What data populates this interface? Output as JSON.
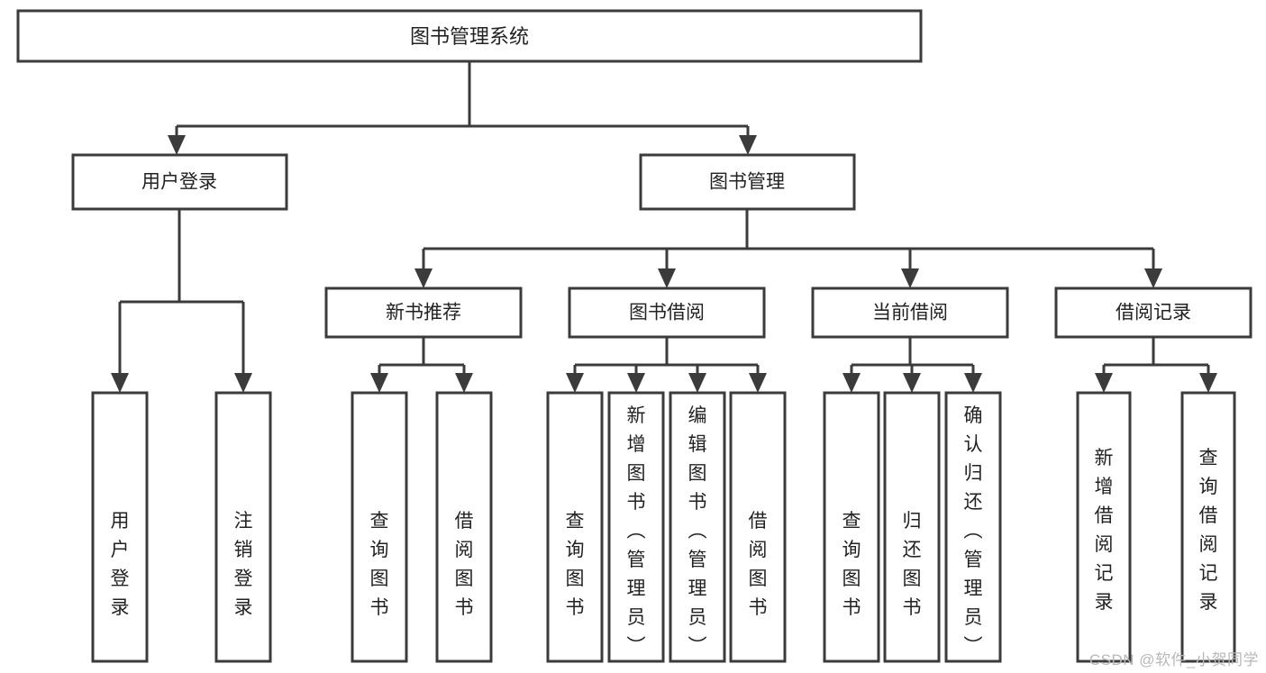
{
  "diagram": {
    "type": "tree-hierarchy",
    "title": "图书管理系统",
    "root": {
      "id": "root",
      "label": "图书管理系统"
    },
    "level1": [
      {
        "id": "user-login",
        "label": "用户登录"
      },
      {
        "id": "book-manage",
        "label": "图书管理"
      }
    ],
    "level2": [
      {
        "id": "new-book-recommend",
        "label": "新书推荐",
        "parent": "book-manage"
      },
      {
        "id": "book-borrow",
        "label": "图书借阅",
        "parent": "book-manage"
      },
      {
        "id": "current-borrow",
        "label": "当前借阅",
        "parent": "book-manage"
      },
      {
        "id": "borrow-record",
        "label": "借阅记录",
        "parent": "book-manage"
      }
    ],
    "leaves": {
      "user-login": [
        {
          "id": "leaf-user-login",
          "label": "用户登录"
        },
        {
          "id": "leaf-user-logout",
          "label": "注销登录"
        }
      ],
      "new-book-recommend": [
        {
          "id": "leaf-query-book-1",
          "label": "查询图书"
        },
        {
          "id": "leaf-borrow-book-1",
          "label": "借阅图书"
        }
      ],
      "book-borrow": [
        {
          "id": "leaf-query-book-2",
          "label": "查询图书"
        },
        {
          "id": "leaf-add-book",
          "label": "新增图书（管理员）"
        },
        {
          "id": "leaf-edit-book",
          "label": "编辑图书（管理员）"
        },
        {
          "id": "leaf-borrow-book-2",
          "label": "借阅图书"
        }
      ],
      "current-borrow": [
        {
          "id": "leaf-query-book-3",
          "label": "查询图书"
        },
        {
          "id": "leaf-return-book",
          "label": "归还图书"
        },
        {
          "id": "leaf-confirm-return",
          "label": "确认归还（管理员）"
        }
      ],
      "borrow-record": [
        {
          "id": "leaf-add-record",
          "label": "新增借阅记录"
        },
        {
          "id": "leaf-query-record",
          "label": "查询借阅记录"
        }
      ]
    }
  },
  "watermark": {
    "text": "CSDN @软件_小贺同学"
  },
  "colors": {
    "stroke": "#3b3b3b",
    "fill": "#ffffff",
    "text": "#222222",
    "watermark": "#b8b8b8"
  }
}
